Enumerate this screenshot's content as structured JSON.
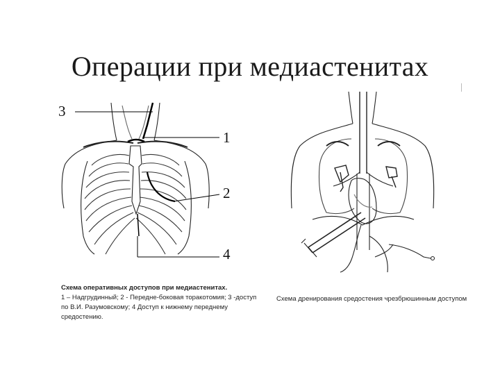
{
  "slide": {
    "title": "Операции при медиастенитах"
  },
  "left_figure": {
    "icon": "chest-ribcage-diagram",
    "labels": [
      "3",
      "1",
      "2",
      "4"
    ],
    "caption_title": "Схема оперативных доступов при медиастенитах.",
    "caption_body": "1 – Надгрудинный; 2 - Передне-боковая торакотомия; 3 -доступ по В.И. Разумовскому; 4 Доступ к нижнему переднему средостению."
  },
  "right_figure": {
    "icon": "mediastinum-drainage-diagram",
    "caption": "Схема дренирования средостения чрезбрюшинным доступом"
  }
}
